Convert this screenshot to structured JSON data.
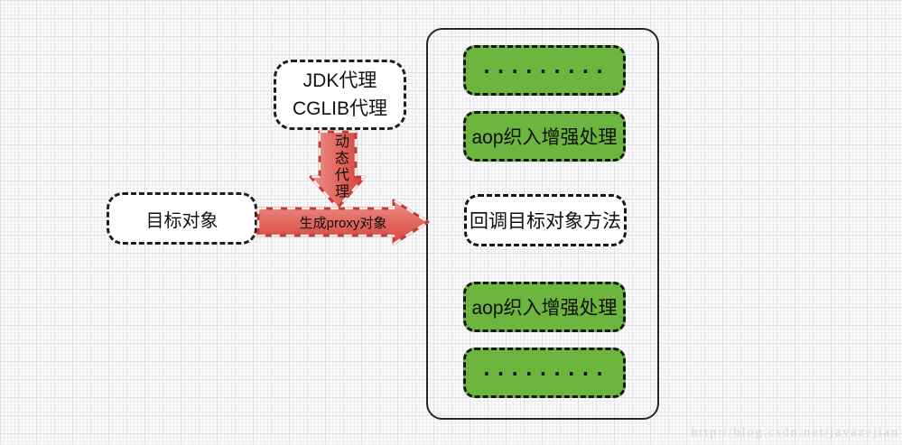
{
  "diagram": {
    "proxy_types_box": {
      "line1": "JDK代理",
      "line2": "CGLIB代理"
    },
    "vertical_arrow": {
      "label": "动态代理"
    },
    "target_box": {
      "label": "目标对象"
    },
    "horizontal_arrow": {
      "label": "生成proxy对象"
    },
    "proxy_container": {
      "items": [
        {
          "style": "green",
          "label": "........."
        },
        {
          "style": "green",
          "label": "aop织入增强处理"
        },
        {
          "style": "white",
          "label": "回调目标对象方法"
        },
        {
          "style": "green",
          "label": "aop织入增强处理"
        },
        {
          "style": "green",
          "label": "........."
        }
      ]
    }
  },
  "colors": {
    "green_box_bg": "#6cb53f",
    "arrow_fill_light": "#ec938c",
    "arrow_fill_dark": "#d1463d",
    "arrow_border_red": "#bf3d35",
    "arrow_border_dash": "#ffe9e7",
    "box_border": "#1f1f1f"
  },
  "page": {
    "watermark": "http://blog.csdn.net/javazejian"
  }
}
